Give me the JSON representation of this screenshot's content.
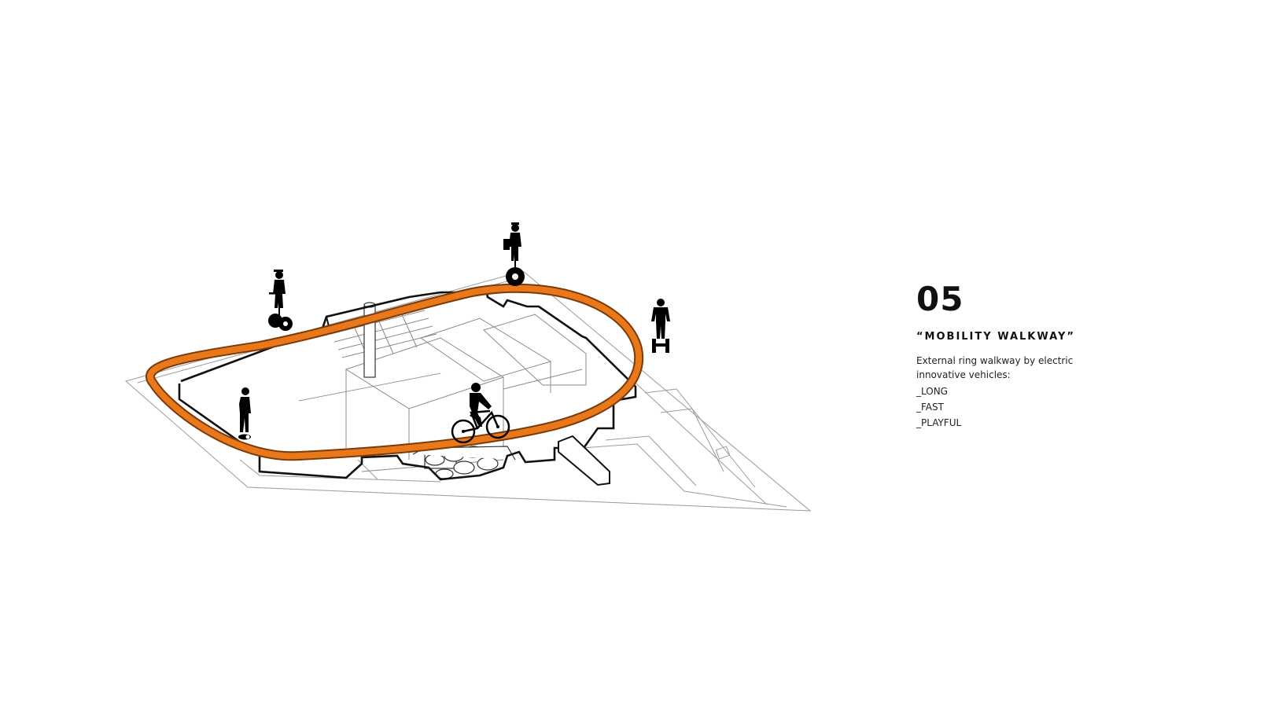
{
  "caption": {
    "number": "05",
    "title": "“MOBILITY WALKWAY”",
    "description": "External ring walkway by electric innovative vehicles:",
    "items": [
      "_LONG",
      "_FAST",
      "_PLAYFUL"
    ]
  },
  "colors": {
    "walkway": "#e8781a",
    "walkway_edge": "#7a3a0a",
    "outline": "#111111",
    "context_line": "#9a9a9a",
    "background": "#ffffff"
  },
  "figures": [
    {
      "type": "segway-rider",
      "icon": "segway-rider-icon"
    },
    {
      "type": "segway-rider",
      "icon": "segway-rider-icon"
    },
    {
      "type": "segway-rider",
      "icon": "segway-rider-icon"
    },
    {
      "type": "hoverboard-rider",
      "icon": "hoverboard-rider-icon"
    },
    {
      "type": "cyclist",
      "icon": "cyclist-icon"
    }
  ]
}
